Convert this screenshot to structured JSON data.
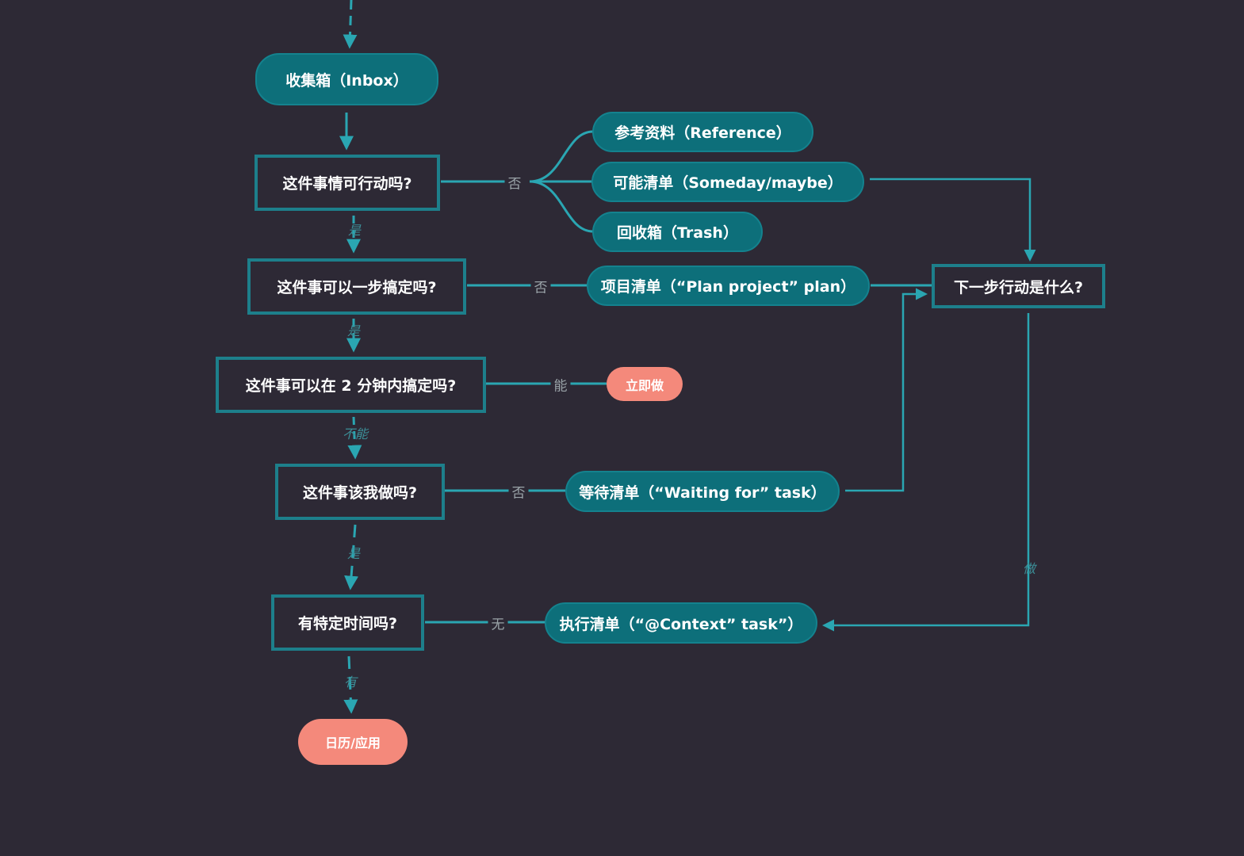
{
  "colors": {
    "background": "#2d2935",
    "teal_fill": "#0d6f7a",
    "teal_border": "#1d7f8b",
    "edge": "#2aa6b2",
    "action": "#f4897b"
  },
  "nodes": {
    "inbox": "收集箱（Inbox）",
    "actionable": "这件事情可行动吗?",
    "reference": "参考资料（Reference）",
    "someday": "可能清单（Someday/maybe）",
    "trash": "回收箱（Trash）",
    "one_step": "这件事可以一步搞定吗?",
    "project": "项目清单（“Plan project” plan）",
    "next_action": "下一步行动是什么?",
    "two_minutes": "这件事可以在 2 分钟内搞定吗?",
    "do_now": "立即做",
    "should_i": "这件事该我做吗?",
    "waiting": "等待清单（“Waiting for” task）",
    "specific_time": "有特定时间吗?",
    "context": "执行清单（“@Context” task”）",
    "calendar": "日历/应用"
  },
  "edge_labels": {
    "actionable_no": "否",
    "actionable_yes": "是",
    "one_step_no": "否",
    "one_step_yes": "是",
    "two_min_can": "能",
    "two_min_cannot": "不能",
    "should_no": "否",
    "should_yes": "是",
    "time_none": "无",
    "time_has": "有",
    "next_do": "做"
  }
}
